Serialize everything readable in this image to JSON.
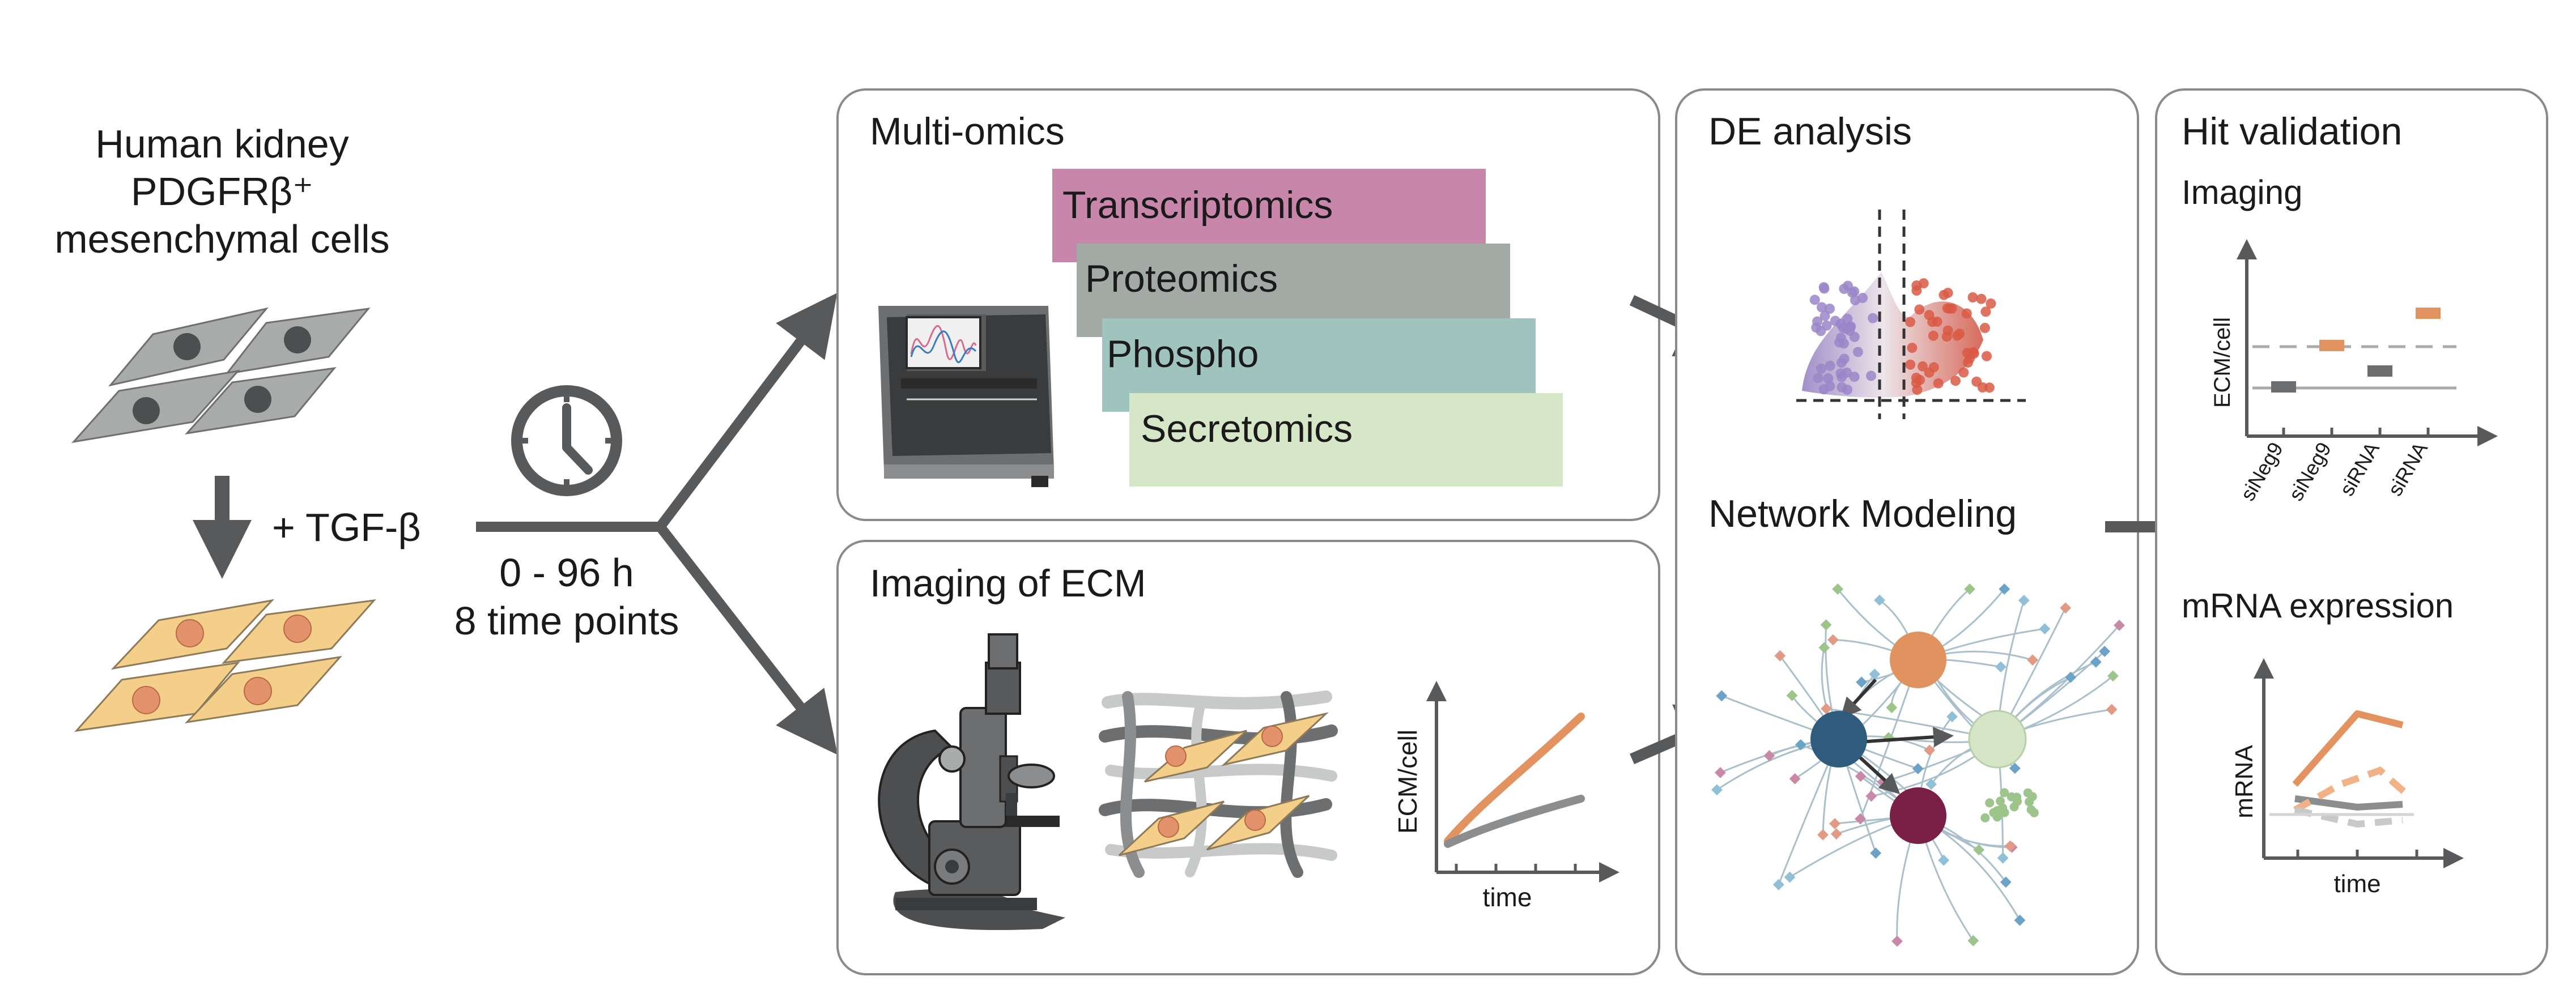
{
  "intro": {
    "cell_title_lines": [
      "Human kidney",
      "PDGFRβ⁺",
      "mesenchymal cells"
    ],
    "treatment": "+ TGF-β",
    "time_range": "0 - 96 h",
    "time_points": "8 time points"
  },
  "panels": {
    "multi_omics": {
      "title": "Multi-omics",
      "layers": [
        {
          "label": "Transcriptomics",
          "color": "#c986ab"
        },
        {
          "label": "Proteomics",
          "color": "#a3aaa5"
        },
        {
          "label": "Phospho",
          "color": "#9fc4be"
        },
        {
          "label": "Secretomics",
          "color": "#d6e7c8"
        }
      ]
    },
    "imaging_ecm": {
      "title": "Imaging of ECM",
      "plot_ylabel": "ECM/cell",
      "plot_xlabel": "time"
    },
    "de_analysis": {
      "title": "DE analysis",
      "network_title": "Network Modeling",
      "node_colors": [
        "#e0935f",
        "#2f5b7c",
        "#d4e6c6",
        "#7a1f45"
      ]
    },
    "hit_validation": {
      "title": "Hit validation",
      "imaging_label": "Imaging",
      "imaging_ylabel": "ECM/cell",
      "imaging_xticks": [
        "siNeg9",
        "siNeg9",
        "siRNA",
        "siRNA"
      ],
      "mrna_label": "mRNA expression",
      "mrna_ylabel": "mRNA",
      "mrna_xlabel": "time"
    }
  },
  "colors": {
    "arrow": "#58595b",
    "panel_border": "#8a8a8a",
    "cell_gray": "#a9aaaa",
    "cell_nucleus_gray": "#4d4e50",
    "cell_tan": "#f3cf8a",
    "cell_nucleus_tan": "#e3936b",
    "orange": "#e3935f",
    "gray_line": "#8c8d8f"
  }
}
